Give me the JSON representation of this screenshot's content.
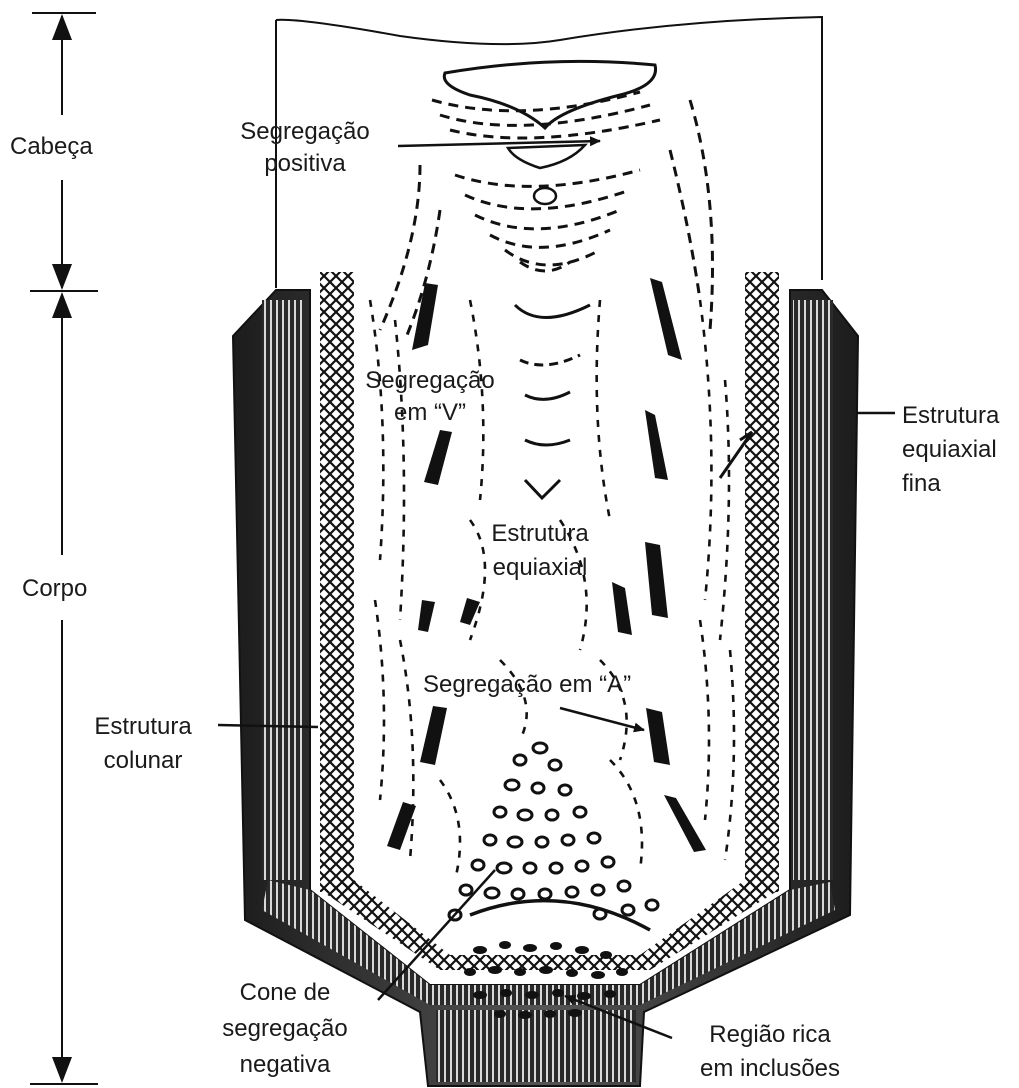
{
  "labels": {
    "cabeca": "Cabeça",
    "corpo": "Corpo",
    "segregacao_positiva": [
      "Segregação",
      "positiva"
    ],
    "segregacao_v": [
      "Segregação",
      "em “V”"
    ],
    "estrutura_equiaxial": [
      "Estrutura",
      "equiaxial"
    ],
    "estrutura_equiaxial_fina": [
      "Estrutura",
      "equiaxial",
      "fina"
    ],
    "segregacao_a": "Segregação em “A”",
    "estrutura_colunar": [
      "Estrutura",
      "colunar"
    ],
    "cone_segregacao_negativa": [
      "Cone de",
      "segregação",
      "negativa"
    ],
    "regiao_rica_inclusoes": [
      "Região rica",
      "em inclusões"
    ]
  }
}
